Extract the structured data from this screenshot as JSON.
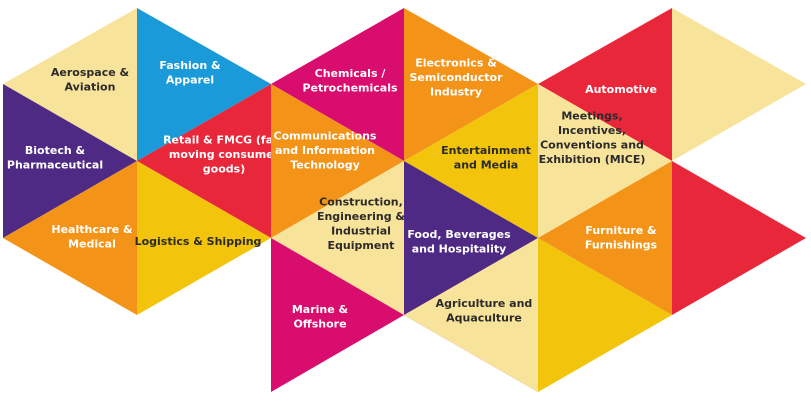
{
  "colors": {
    "cream": "#F8E39A",
    "blue": "#1A9AD8",
    "purple": "#4E2A84",
    "red": "#E8273A",
    "magenta": "#D90D6E",
    "orange": "#F39419",
    "yellow": "#F2C40C",
    "text_dark": "#2B2B2B",
    "text_light": "#FFFFFF"
  },
  "industries": [
    {
      "id": "aerospace",
      "lines": [
        "Aerospace &",
        "Aviation"
      ],
      "color": "cream"
    },
    {
      "id": "fashion",
      "lines": [
        "Fashion &",
        "Apparel"
      ],
      "color": "blue"
    },
    {
      "id": "chemicals",
      "lines": [
        "Chemicals /",
        "Petrochemicals"
      ],
      "color": "magenta"
    },
    {
      "id": "electronics",
      "lines": [
        "Electronics &",
        "Semiconductor",
        "Industry"
      ],
      "color": "orange"
    },
    {
      "id": "automotive",
      "lines": [
        "Automotive"
      ],
      "color": "red"
    },
    {
      "id": "biotech",
      "lines": [
        "Biotech &",
        "Pharmaceutical"
      ],
      "color": "purple"
    },
    {
      "id": "retail",
      "lines": [
        "Retail & FMCG (fast",
        "moving consumer",
        "goods)"
      ],
      "color": "red"
    },
    {
      "id": "communications",
      "lines": [
        "Communications",
        "and Information",
        "Technology"
      ],
      "color": "orange"
    },
    {
      "id": "entertainment",
      "lines": [
        "Entertainment",
        "and Media"
      ],
      "color": "yellow"
    },
    {
      "id": "mice",
      "lines": [
        "Meetings,",
        "Incentives,",
        "Conventions and",
        "Exhibition (MICE)"
      ],
      "color": "cream"
    },
    {
      "id": "healthcare",
      "lines": [
        "Healthcare &",
        "Medical"
      ],
      "color": "orange"
    },
    {
      "id": "logistics",
      "lines": [
        "Logistics & Shipping"
      ],
      "color": "yellow"
    },
    {
      "id": "construction",
      "lines": [
        "Construction,",
        "Engineering &",
        "Industrial",
        "Equipment"
      ],
      "color": "cream"
    },
    {
      "id": "food",
      "lines": [
        "Food, Beverages",
        "and Hospitality"
      ],
      "color": "purple"
    },
    {
      "id": "furniture",
      "lines": [
        "Furniture &",
        "Furnishings"
      ],
      "color": "orange"
    },
    {
      "id": "marine",
      "lines": [
        "Marine &",
        "Offshore"
      ],
      "color": "magenta"
    },
    {
      "id": "agriculture",
      "lines": [
        "Agriculture and",
        "Aquaculture"
      ],
      "color": "cream"
    }
  ]
}
